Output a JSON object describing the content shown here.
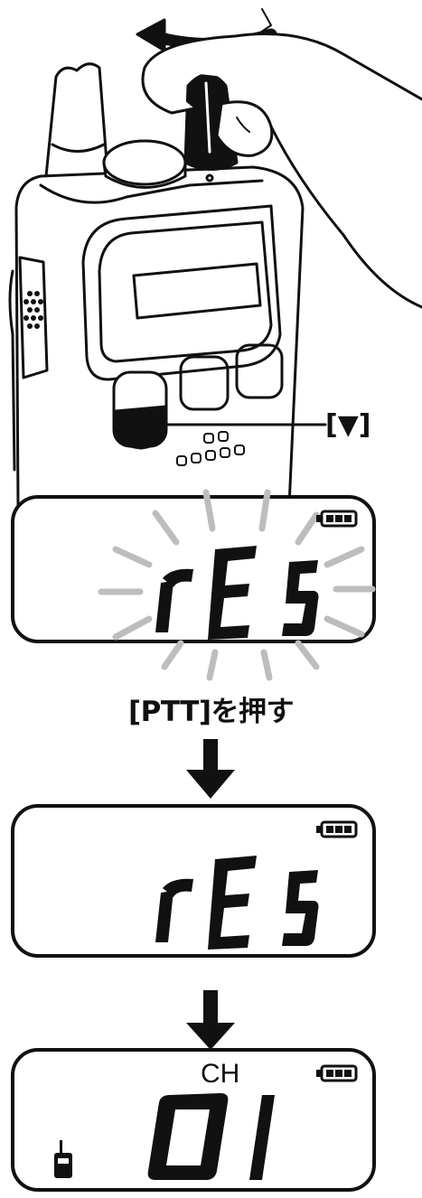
{
  "figure": {
    "button_label": "[▼]",
    "step_caption": "[PTT]を押す",
    "screens": [
      {
        "id": "screen-1",
        "display_text": "rEs",
        "blinking": true,
        "battery_bars": 3
      },
      {
        "id": "screen-2",
        "display_text": "rEs",
        "blinking": false,
        "battery_bars": 3
      },
      {
        "id": "screen-3",
        "indicator": "CH",
        "channel": "01",
        "battery_bars": 3,
        "radio_icon": true
      }
    ]
  }
}
